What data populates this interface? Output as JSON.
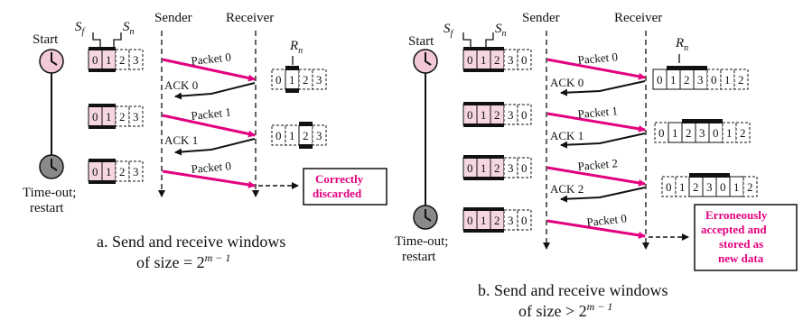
{
  "panel_a": {
    "sender_label": "Sender",
    "receiver_label": "Receiver",
    "sf": "S",
    "sf_sub": "f",
    "sn": "S",
    "sn_sub": "n",
    "rn": "R",
    "rn_sub": "n",
    "start": "Start",
    "timeout_line1": "Time-out;",
    "timeout_line2": "restart",
    "windows": [
      [
        "0",
        "1",
        "2",
        "3"
      ],
      [
        "0",
        "1",
        "2",
        "3"
      ],
      [
        "0",
        "1",
        "2",
        "3"
      ]
    ],
    "receiver_windows": [
      [
        "0",
        "1",
        "2",
        "3"
      ],
      [
        "0",
        "1",
        "2",
        "3"
      ]
    ],
    "packets": [
      "Packet 0",
      "Packet 1",
      "Packet 0"
    ],
    "acks": [
      "ACK 0",
      "ACK 1"
    ],
    "result_line1": "Correctly",
    "result_line2": "discarded",
    "caption_line1": "a. Send and receive windows",
    "caption_line2_prefix": "of size = 2",
    "caption_line2_sup": "m − 1"
  },
  "panel_b": {
    "sender_label": "Sender",
    "receiver_label": "Receiver",
    "sf": "S",
    "sf_sub": "f",
    "sn": "S",
    "sn_sub": "n",
    "rn": "R",
    "rn_sub": "n",
    "start": "Start",
    "timeout_line1": "Time-out;",
    "timeout_line2": "restart",
    "windows": [
      [
        "0",
        "1",
        "2",
        "3",
        "0"
      ],
      [
        "0",
        "1",
        "2",
        "3",
        "0"
      ],
      [
        "0",
        "1",
        "2",
        "3",
        "0"
      ],
      [
        "0",
        "1",
        "2",
        "3",
        "0"
      ]
    ],
    "receiver_windows": [
      [
        "0",
        "1",
        "2",
        "3",
        "0",
        "1",
        "2"
      ],
      [
        "0",
        "1",
        "2",
        "3",
        "0",
        "1",
        "2"
      ],
      [
        "0",
        "1",
        "2",
        "3",
        "0",
        "1",
        "2"
      ]
    ],
    "packets": [
      "Packet 0",
      "Packet 1",
      "Packet 2",
      "Packet 0"
    ],
    "acks": [
      "ACK 0",
      "ACK 1",
      "ACK 2"
    ],
    "result_line1": "Erroneously",
    "result_line2": "accepted and",
    "result_line3": "stored as",
    "result_line4": "new data",
    "caption_line1": "b. Send and receive windows",
    "caption_line2_prefix": "of size > 2",
    "caption_line2_sup": "m − 1"
  },
  "colors": {
    "pink_arrow": "#e3007e",
    "pink_cell": "#f6d6e2",
    "clock_start_fill": "#f2c8d8",
    "clock_timeout_fill": "#8a8a8a"
  }
}
